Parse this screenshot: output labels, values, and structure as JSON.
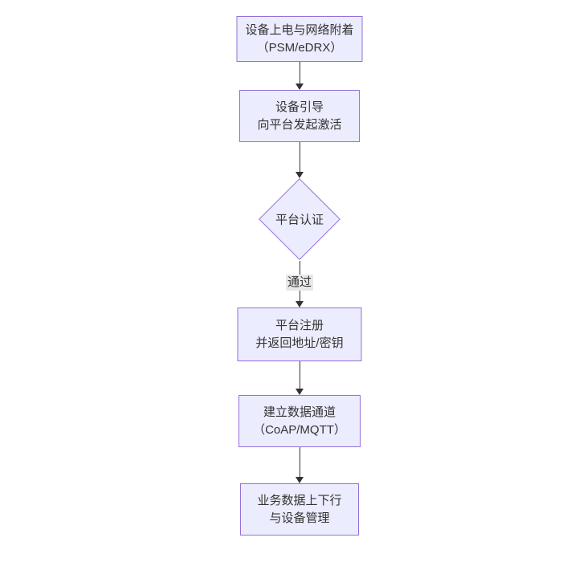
{
  "diagram": {
    "type": "flowchart",
    "direction": "top-to-bottom",
    "colors": {
      "node_fill": "#ECECFF",
      "node_border": "#9370DB",
      "text": "#333333",
      "arrow": "#333333",
      "edge_label_bg": "#e8e8e8",
      "background": "#ffffff"
    },
    "nodes": [
      {
        "id": "A",
        "shape": "rect",
        "line1": "设备上电与网络附着",
        "line2": "（PSM/eDRX）"
      },
      {
        "id": "B",
        "shape": "rect",
        "line1": "设备引导",
        "line2": "向平台发起激活"
      },
      {
        "id": "C",
        "shape": "diamond",
        "line1": "平台认证",
        "line2": ""
      },
      {
        "id": "D",
        "shape": "rect",
        "line1": "平台注册",
        "line2": "并返回地址/密钥"
      },
      {
        "id": "E",
        "shape": "rect",
        "line1": "建立数据通道",
        "line2": "（CoAP/MQTT）"
      },
      {
        "id": "F",
        "shape": "rect",
        "line1": "业务数据上下行",
        "line2": "与设备管理"
      }
    ],
    "edges": [
      {
        "from": "A",
        "to": "B",
        "label": ""
      },
      {
        "from": "B",
        "to": "C",
        "label": ""
      },
      {
        "from": "C",
        "to": "D",
        "label": "通过"
      },
      {
        "from": "D",
        "to": "E",
        "label": ""
      },
      {
        "from": "E",
        "to": "F",
        "label": ""
      }
    ]
  }
}
